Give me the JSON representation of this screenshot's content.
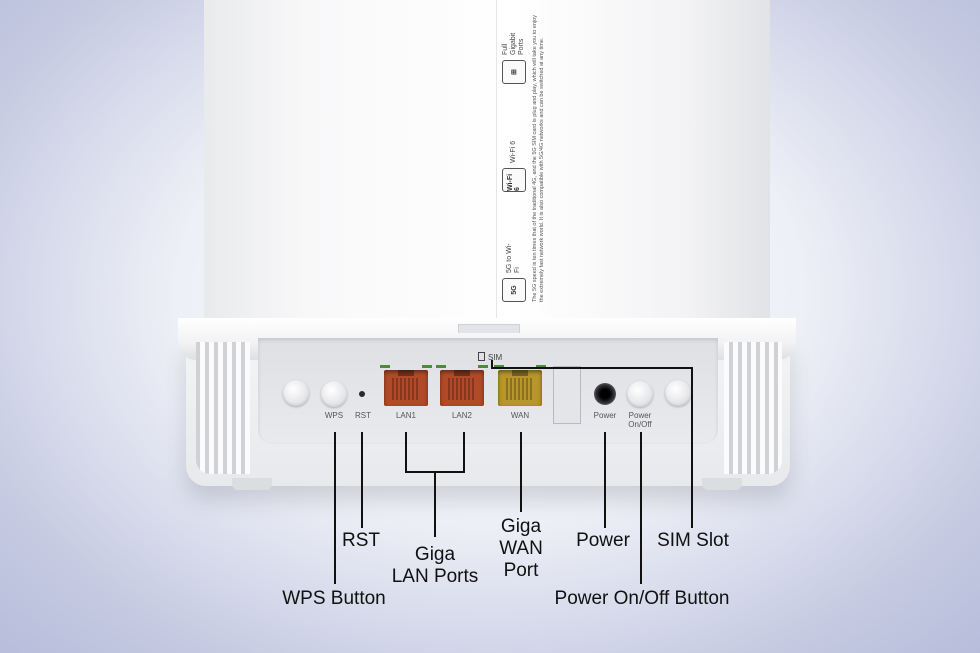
{
  "device": {
    "features": [
      {
        "icon": "5G",
        "label": "5G to Wi-Fi"
      },
      {
        "icon": "Wi-Fi 6",
        "label": "Wi-Fi 6"
      },
      {
        "icon": "port-icon",
        "label": "Full Gigabit Ports"
      }
    ],
    "description": "The 5G speed is ten times that of the traditional 4G, and the 5G SIM card is plug and play, which will take you to enjoy the extremely fast network world. It is also compatible with 5G/4G networks and can be switched at any time.",
    "sim_label": "SIM"
  },
  "ports": {
    "wps": "WPS",
    "rst": "RST",
    "lan1": "LAN1",
    "lan2": "LAN2",
    "wan": "WAN",
    "power": "Power",
    "power_onoff": "Power On/Off"
  },
  "callouts": {
    "rst": "RST",
    "wps_button": "WPS Button",
    "lan_ports_line1": "Giga",
    "lan_ports_line2": "LAN Ports",
    "wan_line1": "Giga",
    "wan_line2": "WAN",
    "wan_line3": "Port",
    "power": "Power",
    "sim_slot": "SIM Slot",
    "power_onoff_button": "Power On/Off Button"
  },
  "colors": {
    "lan_port": "#b24a28",
    "wan_port": "#b8972a",
    "led": "#4e8a3b"
  }
}
